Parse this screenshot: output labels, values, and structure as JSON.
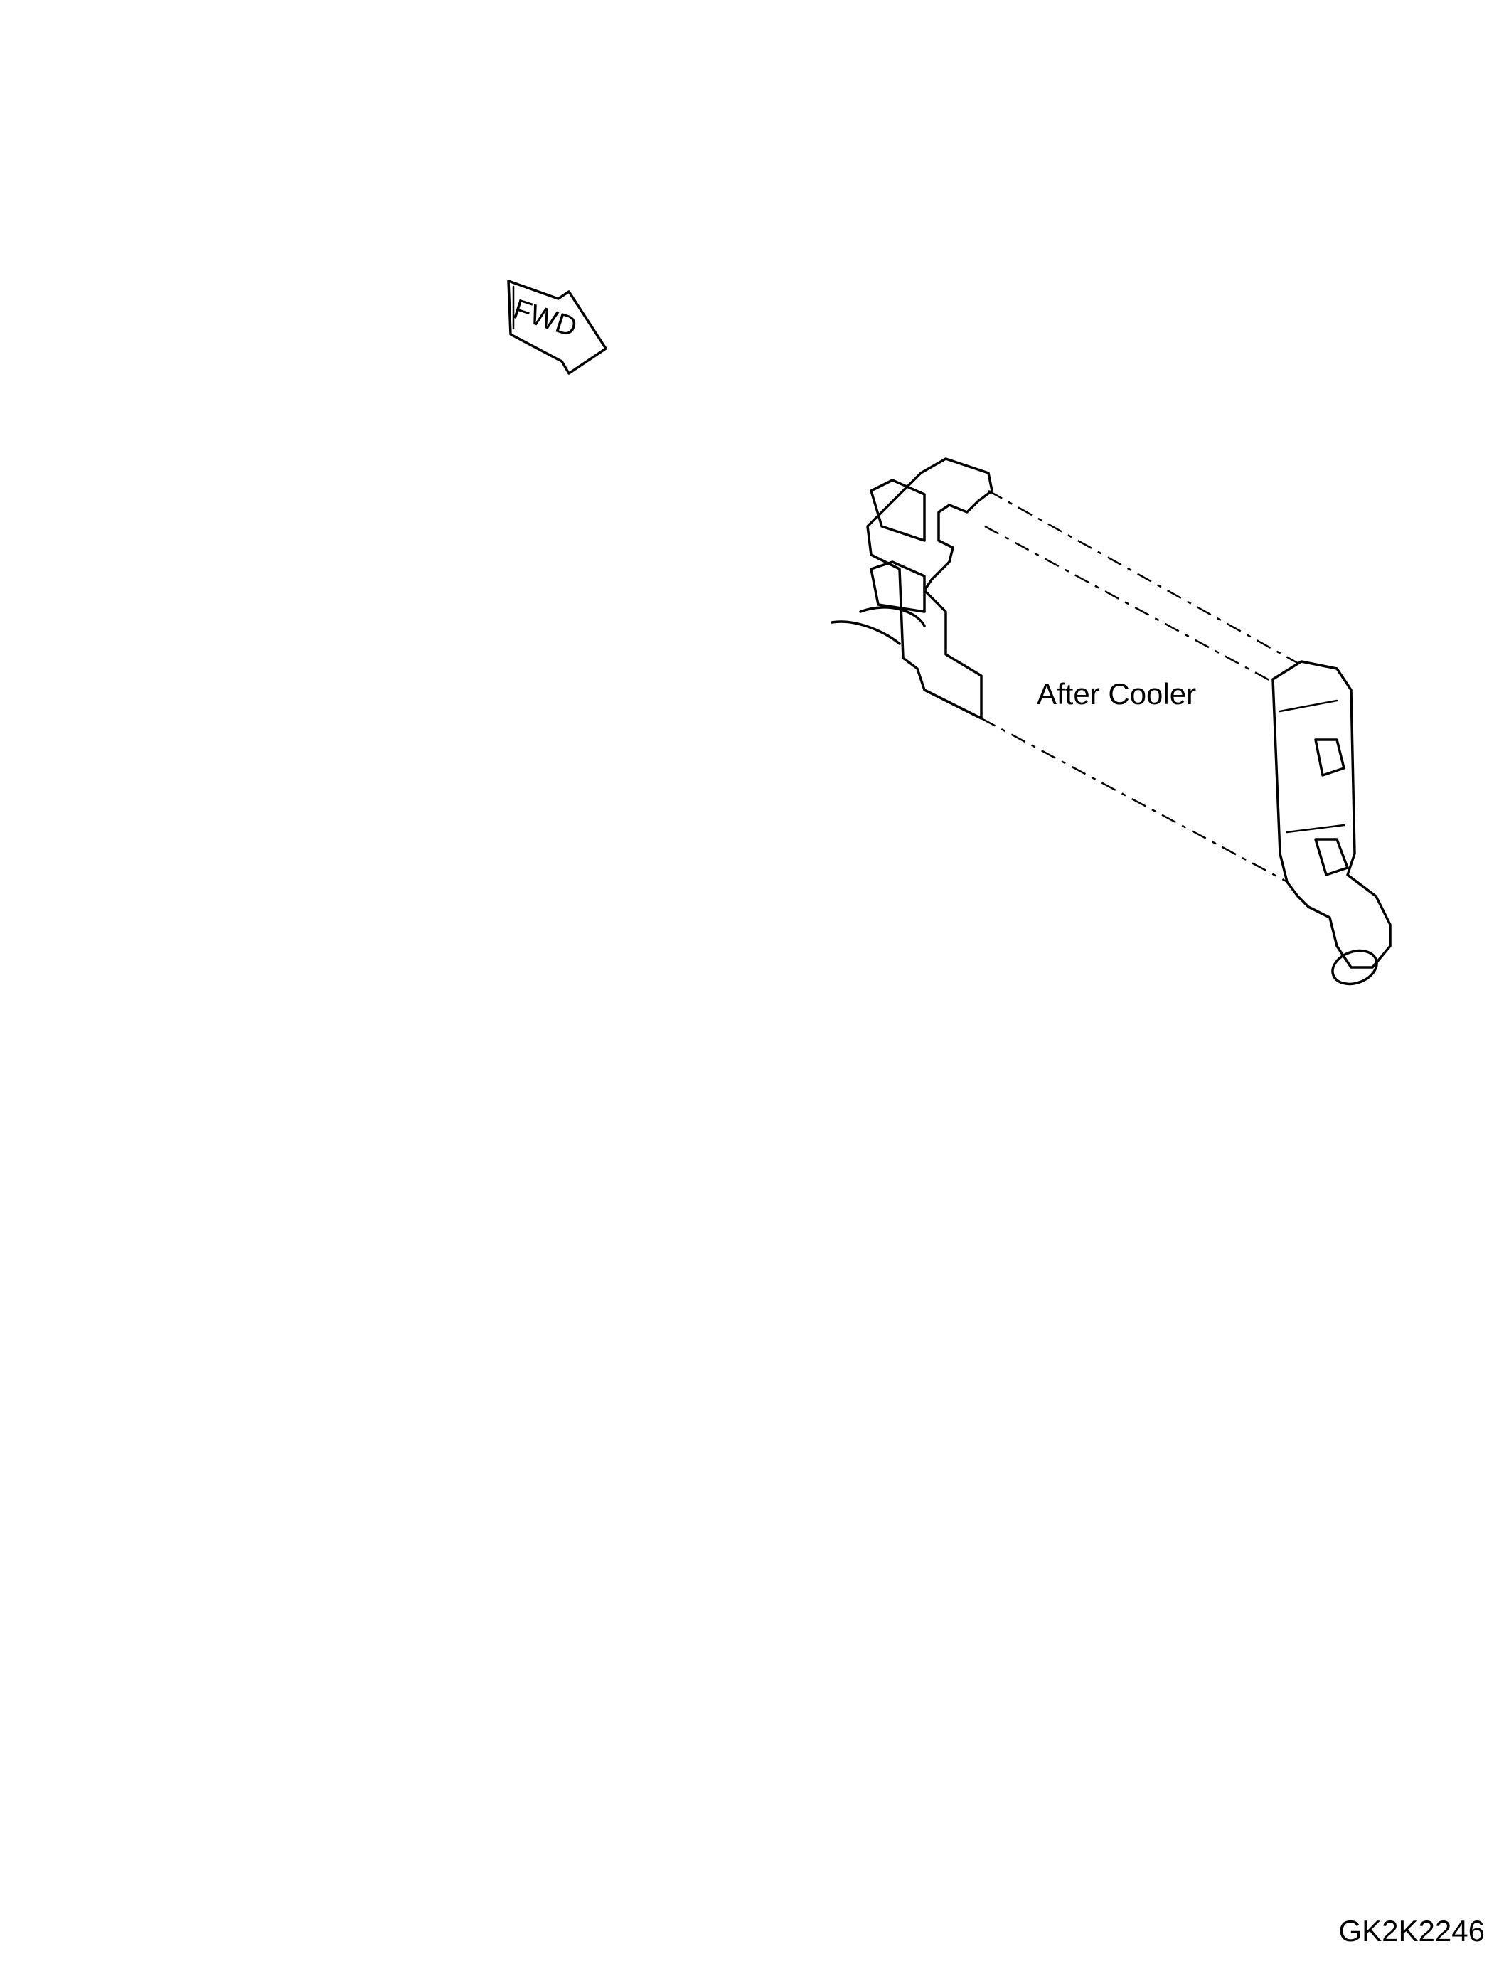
{
  "diagram": {
    "direction_marker": "FWD",
    "component_label": "After Cooler",
    "drawing_code": "GK2K2246"
  }
}
